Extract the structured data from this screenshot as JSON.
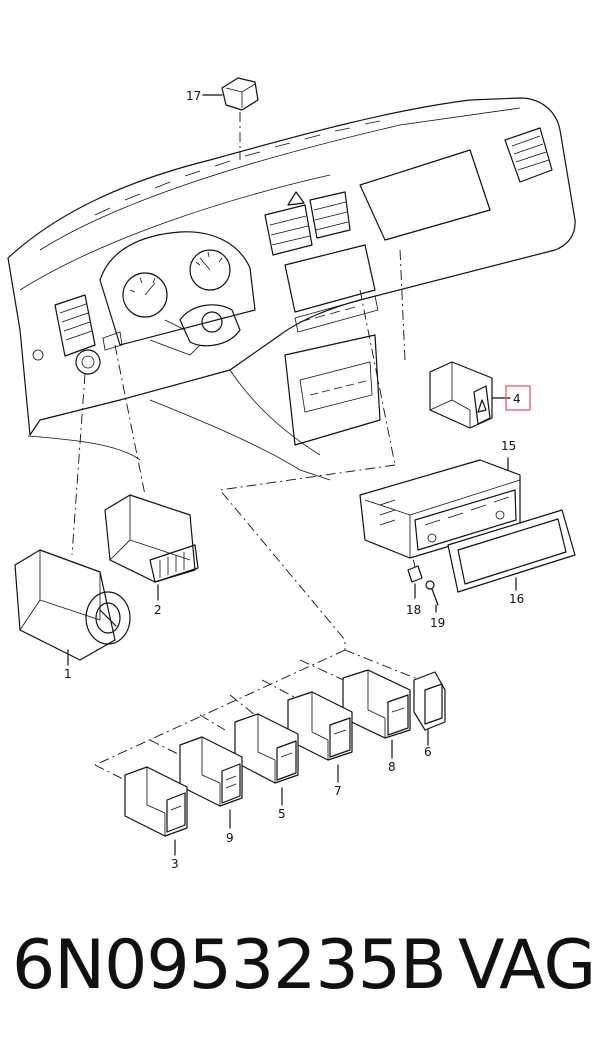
{
  "callouts": {
    "c1": "1",
    "c2": "2",
    "c3": "3",
    "c4": "4",
    "c5": "5",
    "c6": "6",
    "c7": "7",
    "c8": "8",
    "c9": "9",
    "c15": "15",
    "c16": "16",
    "c17": "17",
    "c18": "18",
    "c19": "19"
  },
  "highlight_color": "#e06070",
  "caption": {
    "part_number": "6N0953235B",
    "brand": "VAG"
  }
}
